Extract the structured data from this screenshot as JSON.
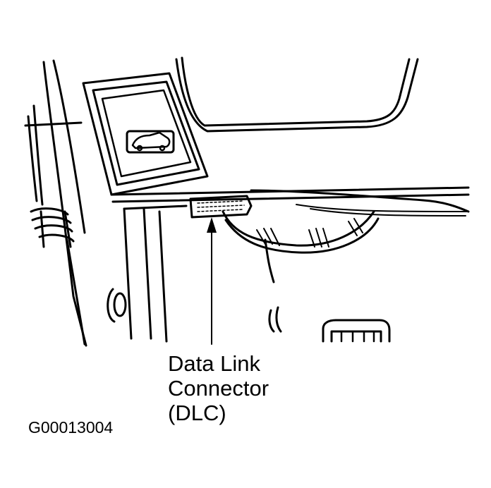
{
  "callout": {
    "lines": [
      "Data Link",
      "Connector",
      "(DLC)"
    ]
  },
  "figure_id": "G00013004",
  "colors": {
    "ink": "#000000",
    "paper": "#ffffff"
  },
  "icons": [
    "hood-release-icon"
  ]
}
